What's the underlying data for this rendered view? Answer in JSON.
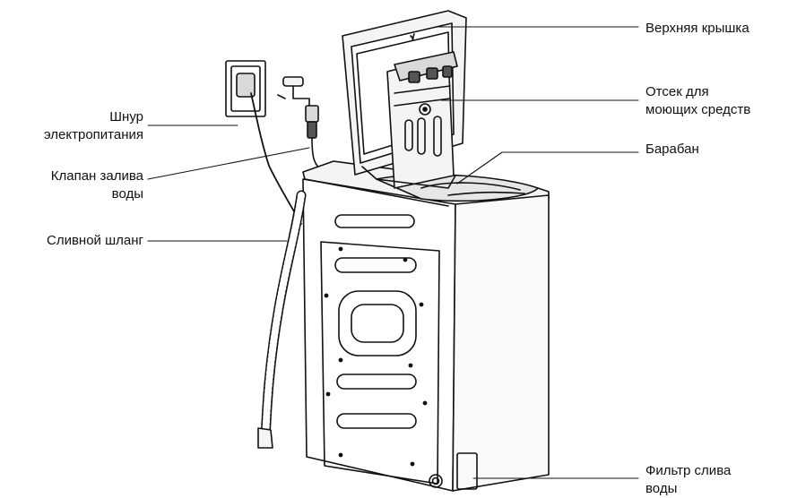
{
  "labels": {
    "top_lid": "Верхняя крышка",
    "detergent_1": "Отсек для",
    "detergent_2": "моющих средств",
    "drum": "Барабан",
    "filter_1": "Фильтр слива",
    "filter_2": "воды",
    "power_1": "Шнур",
    "power_2": "электропитания",
    "valve_1": "Клапан залива",
    "valve_2": "воды",
    "hose": "Сливной шланг"
  },
  "colors": {
    "ink": "#111111",
    "fill_light": "#f4f4f4",
    "fill_mid": "#d9d9d9",
    "fill_dark": "#555555"
  }
}
